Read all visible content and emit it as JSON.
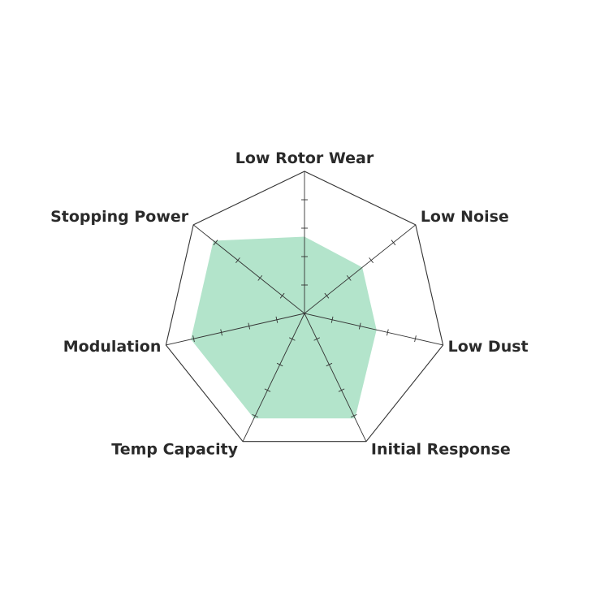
{
  "chart_data": {
    "type": "radar",
    "title": "",
    "axes": [
      "Low Rotor Wear",
      "Low Noise",
      "Low Dust",
      "Initial Response",
      "Temp Capacity",
      "Modulation",
      "Stopping Power"
    ],
    "rmax": 5,
    "tick_count": 4,
    "series": [
      {
        "values": [
          2.7,
          2.6,
          2.6,
          4.1,
          4.1,
          4.1,
          4.1
        ],
        "color": "#b3e4cb"
      }
    ],
    "grid": false
  }
}
